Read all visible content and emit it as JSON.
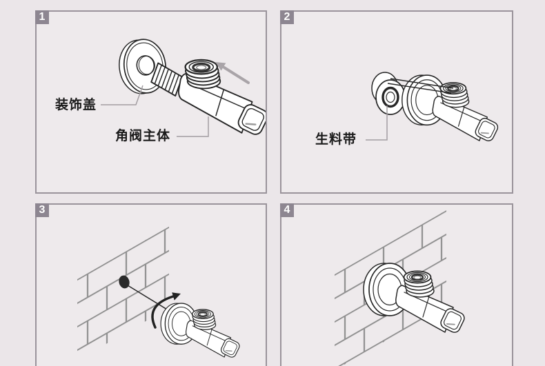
{
  "colors": {
    "page_background": "#ebe6e9",
    "panel_background": "#eeeaec",
    "panel_border": "#9a939b",
    "badge_background": "#8d8691",
    "badge_text": "#ffffff",
    "line_art": "#262626",
    "wall_line": "#8f8f8f",
    "push_arrow": "#a9a4a8",
    "rotation_arrow": "#222222",
    "label_text": "#1a1a1a",
    "leader_line": "#a29da1"
  },
  "steps": [
    {
      "number": "1",
      "labels": {
        "cover": "装饰盖",
        "valve_body": "角阀主体"
      }
    },
    {
      "number": "2",
      "labels": {
        "tape": "生料带"
      }
    },
    {
      "number": "3",
      "labels": {}
    },
    {
      "number": "4",
      "labels": {}
    }
  ]
}
